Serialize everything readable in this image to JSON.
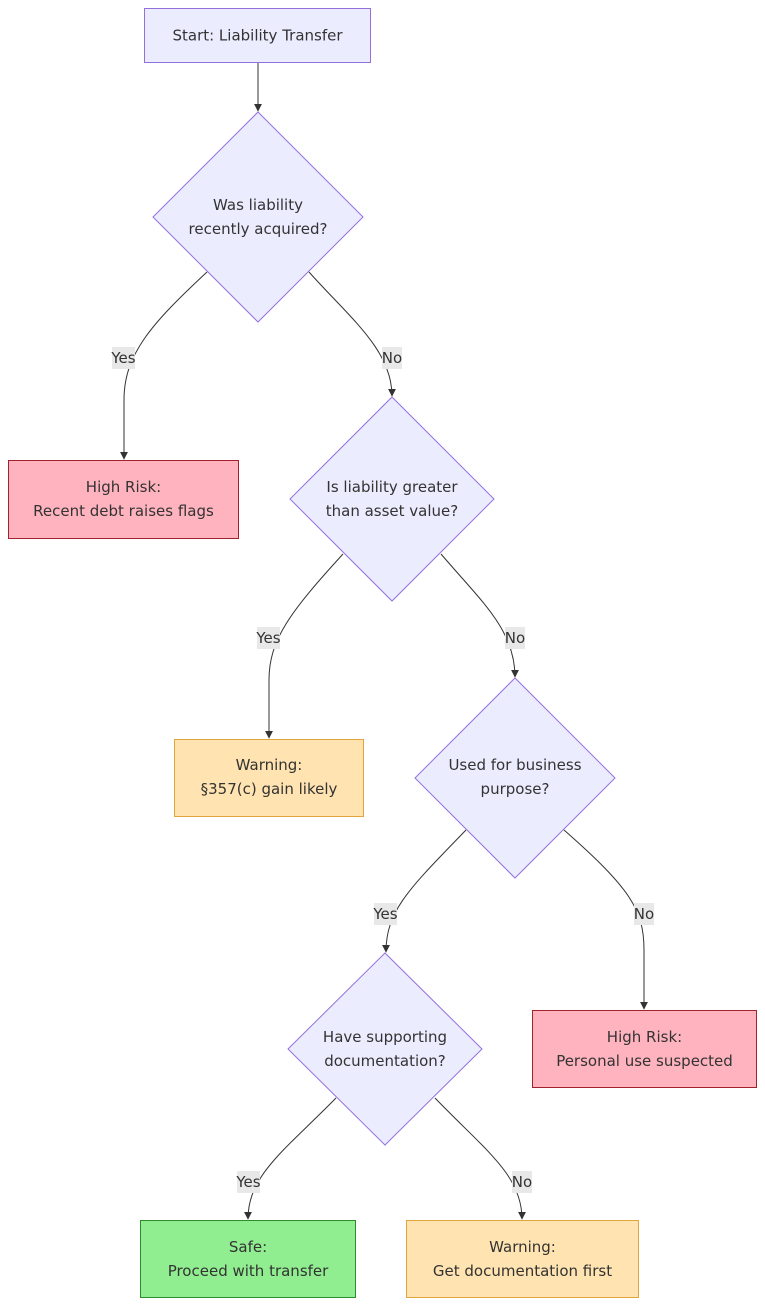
{
  "nodes": {
    "start": {
      "lines": [
        "Start: Liability Transfer"
      ]
    },
    "q_recent": {
      "lines": [
        "Was liability",
        "recently acquired?"
      ]
    },
    "risk_recent": {
      "lines": [
        "High Risk:",
        "Recent debt raises flags"
      ]
    },
    "q_greater": {
      "lines": [
        "Is liability greater",
        "than asset value?"
      ]
    },
    "warn_357c": {
      "lines": [
        "Warning:",
        "§357(c) gain likely"
      ]
    },
    "q_business": {
      "lines": [
        "Used for business",
        "purpose?"
      ]
    },
    "q_docs": {
      "lines": [
        "Have supporting",
        "documentation?"
      ]
    },
    "risk_personal": {
      "lines": [
        "High Risk:",
        "Personal use suspected"
      ]
    },
    "safe": {
      "lines": [
        "Safe:",
        "Proceed with transfer"
      ]
    },
    "warn_docs": {
      "lines": [
        "Warning:",
        "Get documentation first"
      ]
    }
  },
  "edge_labels": {
    "recent_yes": "Yes",
    "recent_no": "No",
    "greater_yes": "Yes",
    "greater_no": "No",
    "business_yes": "Yes",
    "business_no": "No",
    "docs_yes": "Yes",
    "docs_no": "No"
  },
  "colors": {
    "process_fill": "#ECECFF",
    "process_stroke": "#9370DB",
    "high_risk_fill": "#FFB3BF",
    "high_risk_stroke": "#A0222C",
    "warning_fill": "#FFE3B0",
    "warning_stroke": "#E0A53C",
    "safe_fill": "#90EE90",
    "safe_stroke": "#2E8B2E",
    "edge": "#333333",
    "label_bg": "#E8E8E8"
  }
}
